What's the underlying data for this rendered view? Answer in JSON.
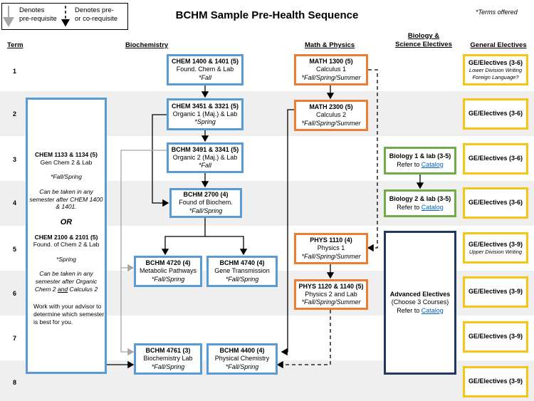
{
  "title": "BCHM Sample Pre-Health Sequence",
  "terms_note": "*Terms offered",
  "legend": {
    "prereq": [
      "Denotes",
      "pre-requisite"
    ],
    "coreq": [
      "Denotes pre-",
      "or co-requisite"
    ]
  },
  "headers": {
    "term": "Term",
    "biochem": "Biochemistry",
    "math": "Math & Physics",
    "bio": [
      "Biology &",
      "Science Electives"
    ],
    "ge": "General Electives"
  },
  "terms": [
    "1",
    "2",
    "3",
    "4",
    "5",
    "6",
    "7",
    "8"
  ],
  "chem_side": {
    "c1_title": "CHEM 1133 & 1134 (5)",
    "c1_sub": "Gen Chem 2 & Lab",
    "c1_terms": "*Fall/Spring",
    "c1_note": "Can be taken in any semester after CHEM 1400 & 1401.",
    "or": "OR",
    "c2_title": "CHEM 2100 & 2101 (5)",
    "c2_sub": "Found. of Chem 2 & Lab",
    "c2_terms": "*Spring",
    "c2_note_a": "Can be taken in any semester after Organic Chem 2 ",
    "c2_note_and": "and",
    "c2_note_b": " Calculus 2",
    "advisor": "Work with your advisor to determine which semester is best for you."
  },
  "courses": {
    "chem1400": {
      "title": "CHEM 1400 & 1401 (5)",
      "sub": "Found. Chem & Lab",
      "terms": "*Fall"
    },
    "chem3451": {
      "title": "CHEM 3451 & 3321 (5)",
      "sub": "Organic 1 (Maj.) & Lab",
      "terms": "*Spring"
    },
    "bchm3491": {
      "title": "BCHM 3491 & 3341 (5)",
      "sub": "Organic 2 (Maj.) & Lab",
      "terms": "*Fall"
    },
    "bchm2700": {
      "title": "BCHM 2700 (4)",
      "sub": "Found of Biochem.",
      "terms": "*Fall/Spring"
    },
    "bchm4720": {
      "title": "BCHM 4720 (4)",
      "sub": "Metabolic Pathways",
      "terms": "*Fall/Spring"
    },
    "bchm4740": {
      "title": "BCHM 4740 (4)",
      "sub": "Gene Transmission",
      "terms": "*Fall/Spring"
    },
    "bchm4761": {
      "title": "BCHM 4761 (3)",
      "sub": "Biochemistry Lab",
      "terms": "*Fall/Spring"
    },
    "bchm4400": {
      "title": "BCHM 4400 (4)",
      "sub": "Physical Chemistry",
      "terms": "*Fall/Spring"
    },
    "math1300": {
      "title": "MATH 1300 (5)",
      "sub": "Calculus 1",
      "terms": "*Fall/Spring/Summer"
    },
    "math2300": {
      "title": "MATH 2300 (5)",
      "sub": "Calculus 2",
      "terms": "*Fall/Spring/Summer"
    },
    "phys1110": {
      "title": "PHYS 1110 (4)",
      "sub": "Physics 1",
      "terms": "*Fall/Spring/Summer"
    },
    "phys1120": {
      "title": "PHYS 1120 & 1140 (5)",
      "sub": "Physics 2 and Lab",
      "terms": "*Fall/Spring/Summer"
    },
    "bio1": {
      "title": "Biology 1 & lab (3-5)",
      "refer": "Refer to ",
      "link": "Catalog"
    },
    "bio2": {
      "title": "Biology 2 & lab (3-5)",
      "refer": "Refer to ",
      "link": "Catalog"
    },
    "adv": {
      "title": "Advanced Electives",
      "sub": "(Choose 3 Courses)",
      "refer": "Refer to ",
      "link": "Catalog"
    }
  },
  "ge": [
    {
      "title": "GE/Electives (3-6)",
      "note1": "Lower Division Writing",
      "note2": "Foreign Language?"
    },
    {
      "title": "GE/Electives (3-6)"
    },
    {
      "title": "GE/Electives (3-6)"
    },
    {
      "title": "GE/Electives (3-6)"
    },
    {
      "title": "GE/Electives (3-9)",
      "note1": "Upper Division Writing"
    },
    {
      "title": "GE/Electives (3-9)"
    },
    {
      "title": "GE/Electives (3-9)"
    },
    {
      "title": "GE/Electives (3-9)"
    }
  ],
  "colors": {
    "blue": "#5b9bd5",
    "orange": "#ed7d31",
    "green": "#70ad47",
    "gold": "#f5c518",
    "navy": "#1f3864",
    "band": "#efefef"
  }
}
